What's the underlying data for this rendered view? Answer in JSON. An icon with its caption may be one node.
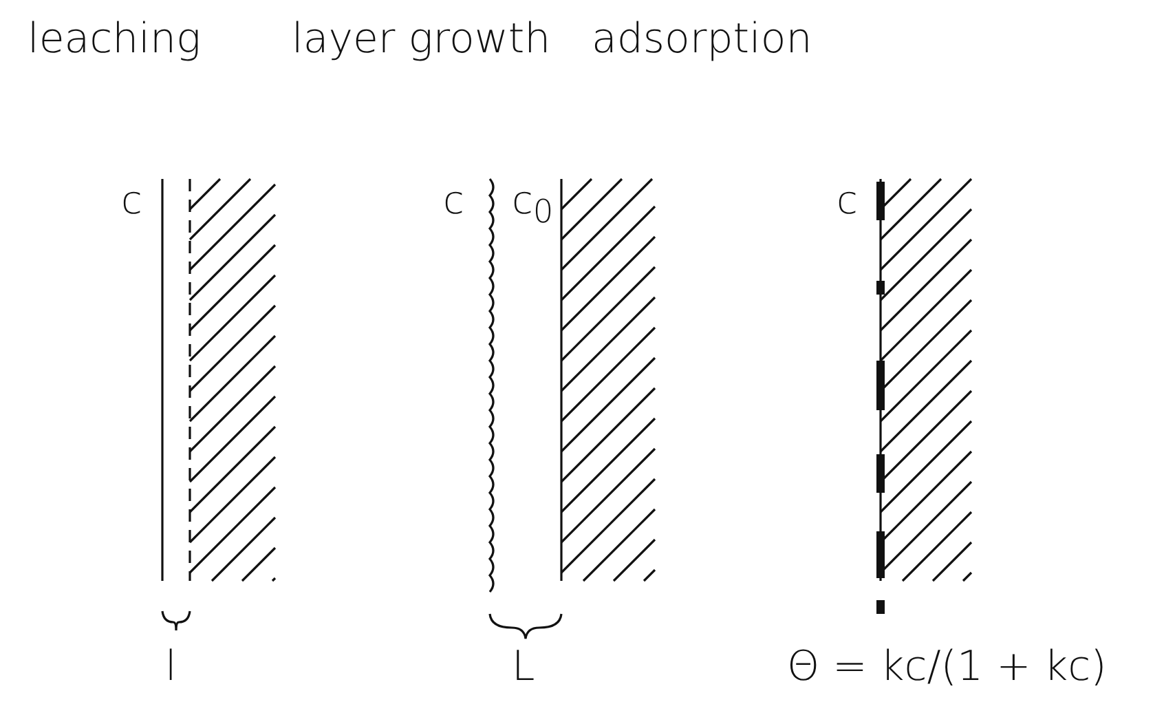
{
  "diagram": {
    "labels": [
      "leaching",
      "layer growth",
      "adsorption",
      "c",
      "c",
      "c$_{0}$",
      "c",
      "l",
      "L",
      "Θ = kc/(1 + kc)"
    ]
  }
}
